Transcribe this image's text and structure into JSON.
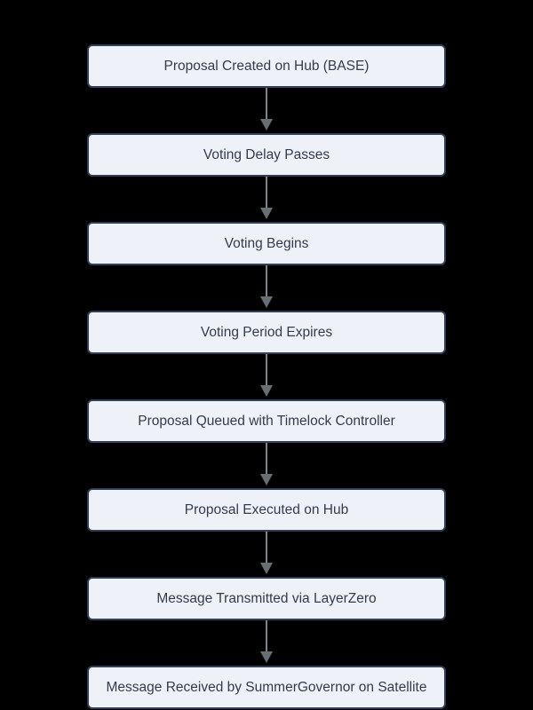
{
  "page": {
    "background_color": "#000000"
  },
  "diagram": {
    "type": "flowchart",
    "direction": "top-down",
    "nodes": [
      {
        "label": "Proposal Created on Hub (BASE)"
      },
      {
        "label": "Voting Delay Passes"
      },
      {
        "label": "Voting Begins"
      },
      {
        "label": "Voting Period Expires"
      },
      {
        "label": "Proposal Queued with Timelock Controller"
      },
      {
        "label": "Proposal Executed on Hub"
      },
      {
        "label": "Message Transmitted via LayerZero"
      },
      {
        "label": "Message Received by SummerGovernor on Satellite"
      }
    ],
    "edges": [
      {
        "from": 0,
        "to": 1
      },
      {
        "from": 1,
        "to": 2
      },
      {
        "from": 2,
        "to": 3
      },
      {
        "from": 3,
        "to": 4
      },
      {
        "from": 4,
        "to": 5
      },
      {
        "from": 5,
        "to": 6
      },
      {
        "from": 6,
        "to": 7
      }
    ],
    "colors": {
      "node_fill": "#eef1f7",
      "node_border": "#2f3e53",
      "node_text": "#333c4d",
      "arrow_line": "#80858a",
      "arrow_head": "#696e73",
      "background": "#000000"
    }
  }
}
